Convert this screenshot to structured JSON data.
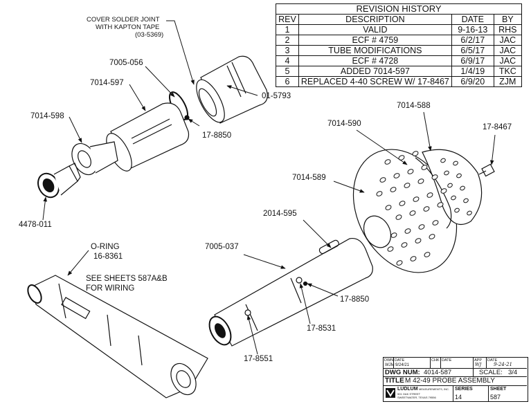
{
  "revision_history": {
    "title": "REVISION HISTORY",
    "headers": [
      "REV",
      "DESCRIPTION",
      "DATE",
      "BY"
    ],
    "rows": [
      [
        "1",
        "VALID",
        "9-16-13",
        "RHS"
      ],
      [
        "2",
        "ECF # 4759",
        "6/2/17",
        "JAC"
      ],
      [
        "3",
        "TUBE MODIFICATIONS",
        "6/5/17",
        "JAC"
      ],
      [
        "4",
        "ECF # 4728",
        "6/9/17",
        "JAC"
      ],
      [
        "5",
        "ADDED 7014-597",
        "1/4/19",
        "TKC"
      ],
      [
        "6",
        "REPLACED 4-40 SCREW W/ 17-8467",
        "6/9/20",
        "ZJM"
      ]
    ]
  },
  "callouts": {
    "cover_solder_1": "COVER SOLDER JOINT",
    "cover_solder_2": "WITH KAPTON TAPE",
    "cover_solder_3": "(03-5369)",
    "p7005_056": "7005-056",
    "p7014_597": "7014-597",
    "p01_5793": "01-5793",
    "p7014_598": "7014-598",
    "p17_8850_top": "17-8850",
    "p4478_011": "4478-011",
    "p7014_588": "7014-588",
    "p7014_590": "7014-590",
    "p17_8467": "17-8467",
    "p7014_589": "7014-589",
    "p2014_595": "2014-595",
    "p7005_037": "7005-037",
    "p17_8850_bottom": "17-8850",
    "p17_8531": "17-8531",
    "p17_8551": "17-8551",
    "oring_1": "O-RING",
    "oring_2": "16-8361",
    "see_sheets_1": "SEE SHEETS 587A&B",
    "see_sheets_2": "FOR WIRING"
  },
  "title_block": {
    "drwn_label": "DWN",
    "drwn_date_label": "DATE",
    "drwn_by": "WJM",
    "drwn_date": "9/24/21",
    "chk_label": "CHK",
    "chk_date_label": "DATE",
    "app_label": "APP",
    "app_date_label": "DATE",
    "app_by": "WJ",
    "app_date": "9-24-21",
    "dwg_num_label": "DWG NUM:",
    "dwg_num": "4014-587",
    "scale_label": "SCALE:",
    "scale": "3/4",
    "title_label": "TITLE",
    "title": "M 42-49 PROBE ASSEMBLY",
    "company": "LUDLUM",
    "company_suffix": "MEASUREMENTS, INC.",
    "street": "501 OAK STREET",
    "city": "SWEETWATER, TEXAS 79556",
    "series_label": "SERIES",
    "series": "14",
    "sheet_label": "SHEET",
    "sheet": "587"
  }
}
